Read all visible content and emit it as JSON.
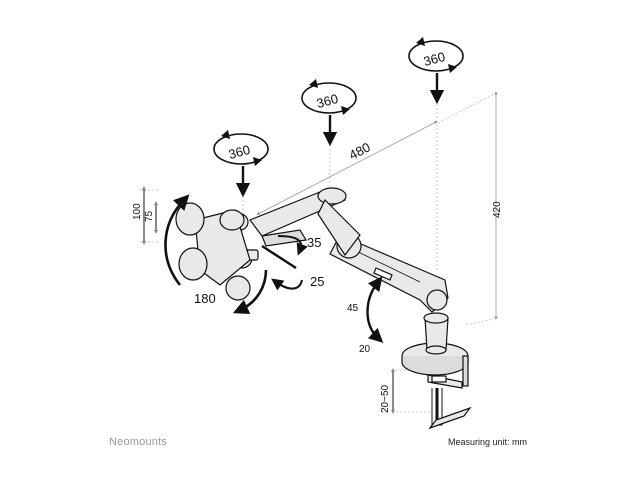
{
  "brand": "Neomounts",
  "measuring_unit": "Measuring unit: mm",
  "dimensions": {
    "rotate_a": "360",
    "rotate_b": "360",
    "rotate_c": "360",
    "reach": "480",
    "height": "420",
    "vesa_100": "100",
    "vesa_75": "75",
    "rotate_screen": "180",
    "tilt_up": "35",
    "tilt_down": "25",
    "arm_up": "45",
    "arm_down": "20",
    "clamp": "20~50"
  },
  "colors": {
    "line": "#111111",
    "part_fill": "#e9e9e9",
    "guide": "#c8c8c8",
    "brand": "#9a9a9a"
  }
}
